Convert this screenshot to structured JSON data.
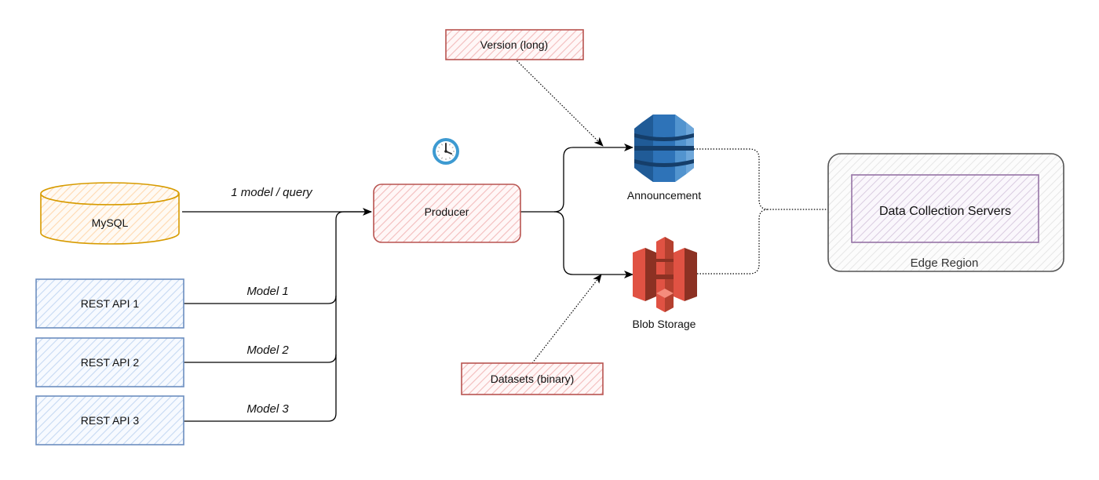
{
  "colors": {
    "mysql_stroke": "#d79b00",
    "mysql_fill": "#ffe6cc",
    "rest_stroke": "#6c8ebf",
    "rest_fill": "#dae8fc",
    "red_stroke": "#b85450",
    "red_fill": "#f8cecc",
    "purple_stroke": "#9673a6",
    "purple_fill": "#e1d5e7",
    "region_stroke": "#555555",
    "region_fill": "#f5f5f5",
    "dynamo_blue": "#2e73b8",
    "s3_red": "#e05243",
    "clock_blue": "#3d9ad1"
  },
  "nodes": {
    "mysql": {
      "label": "MySQL",
      "shape": "cylinder"
    },
    "rest_apis": [
      {
        "label": "REST API 1"
      },
      {
        "label": "REST API 2"
      },
      {
        "label": "REST API 3"
      }
    ],
    "producer": {
      "label": "Producer",
      "icon": "clock-icon"
    },
    "version": {
      "label": "Version (long)"
    },
    "datasets": {
      "label": "Datasets (binary)"
    },
    "announcement": {
      "label": "Announcement",
      "icon": "dynamodb-icon"
    },
    "blob_storage": {
      "label": "Blob Storage",
      "icon": "s3-bucket-icon"
    },
    "edge_region": {
      "label": "Edge Region"
    },
    "data_collection": {
      "label": "Data Collection Servers"
    }
  },
  "edges": {
    "mysql_to_producer": "1 model / query",
    "rest1": "Model 1",
    "rest2": "Model 2",
    "rest3": "Model 3"
  }
}
